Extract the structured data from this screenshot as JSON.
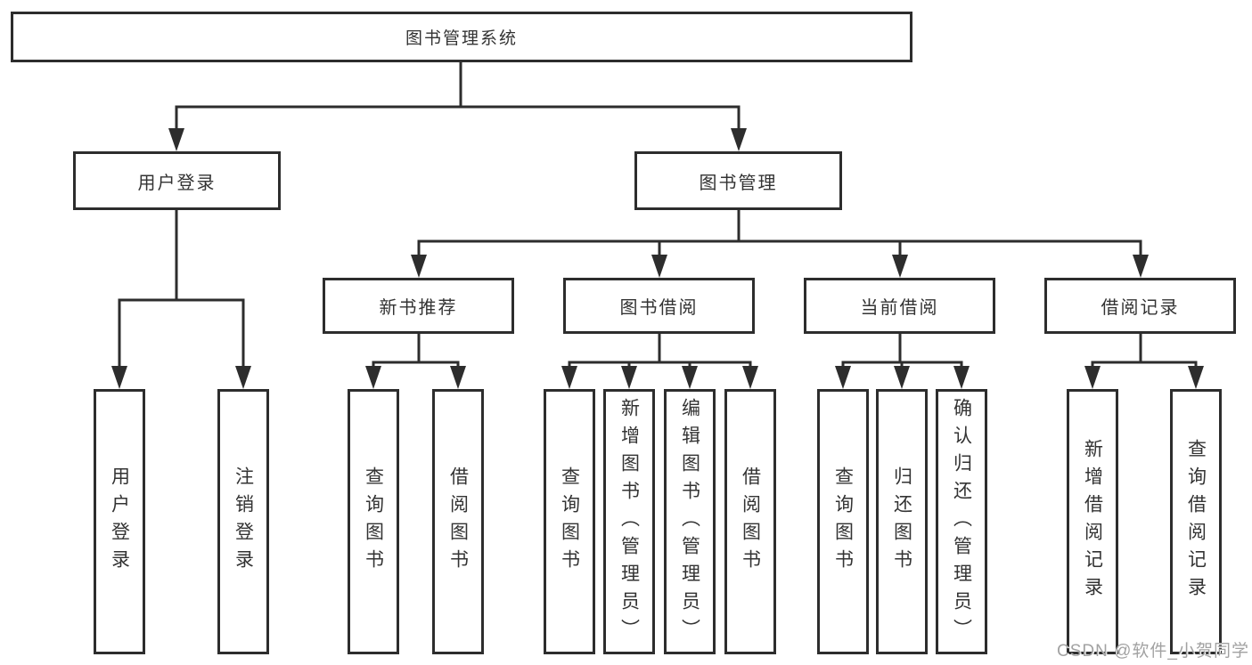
{
  "diagram": {
    "colors": {
      "line": "#2d2d2d",
      "box_border": "#2d2d2d",
      "text": "#333333",
      "background": "#ffffff",
      "watermark": "#a2a2a2"
    },
    "tree": {
      "root": {
        "label": "图书管理系统"
      },
      "branches": [
        {
          "label": "用户登录",
          "children": [
            {
              "label": "用户登录"
            },
            {
              "label": "注销登录"
            }
          ]
        },
        {
          "label": "图书管理",
          "groups": [
            {
              "label": "新书推荐",
              "children": [
                {
                  "label": "查询图书"
                },
                {
                  "label": "借阅图书"
                }
              ]
            },
            {
              "label": "图书借阅",
              "children": [
                {
                  "label": "查询图书"
                },
                {
                  "label": "新增图书（管理员）"
                },
                {
                  "label": "编辑图书（管理员）"
                },
                {
                  "label": "借阅图书"
                }
              ]
            },
            {
              "label": "当前借阅",
              "children": [
                {
                  "label": "查询图书"
                },
                {
                  "label": "归还图书"
                },
                {
                  "label": "确认归还（管理员）"
                }
              ]
            },
            {
              "label": "借阅记录",
              "children": [
                {
                  "label": "新增借阅记录"
                },
                {
                  "label": "查询借阅记录"
                }
              ]
            }
          ]
        }
      ]
    },
    "watermark": {
      "text": "CSDN @软件_小贺同学"
    }
  }
}
